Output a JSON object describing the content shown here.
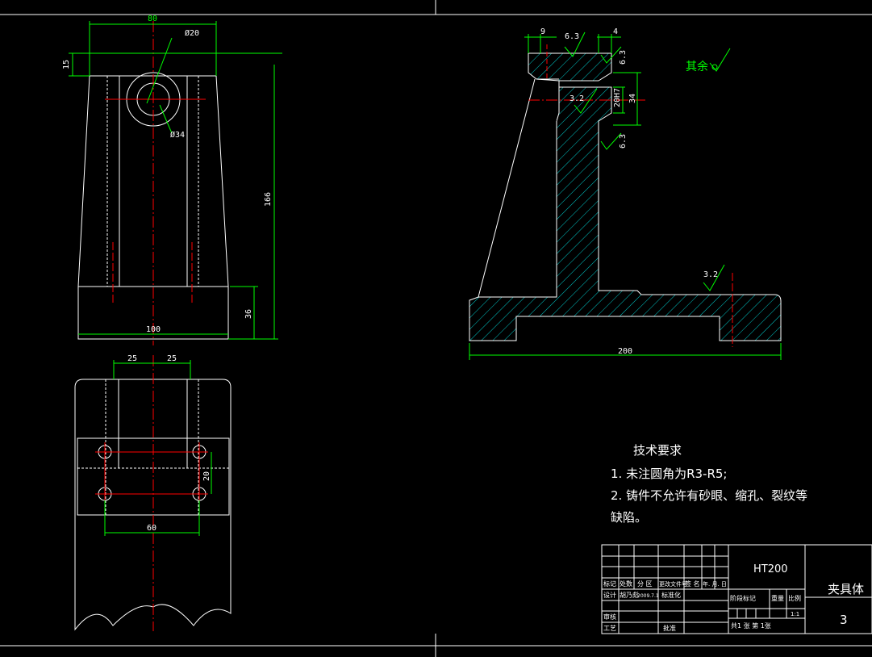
{
  "dimensions": {
    "top_width": "80",
    "hole_inner": "Ø20",
    "hole_outer": "Ø34",
    "top_thickness": "15",
    "total_height": "166",
    "base_height": "36",
    "base_width": "100",
    "half_left": "25",
    "half_right": "25",
    "bolt_spacing_v": "20",
    "bolt_spacing_h": "60",
    "side_left": "9",
    "side_right": "4",
    "bore_fit": "20H7",
    "boss_height": "34",
    "side_total": "200"
  },
  "roughness": {
    "top": "6.3",
    "side_top": "6.3",
    "bore": "3.2",
    "side_bottom": "6.3",
    "base": "3.2",
    "rest_label": "其余"
  },
  "notes": {
    "title": "技术要求",
    "item1": "1.   未注圆角为R3-R5;",
    "item2": "2.   铸件不允许有砂眼、缩孔、裂纹等",
    "item3": "缺陷。"
  },
  "title_block": {
    "material": "HT200",
    "part_name": "夹具体",
    "drawing_no": "3",
    "h_mark": "标记",
    "h_count": "处数",
    "h_zone": "分 区",
    "h_docno": "更改文件号",
    "h_sign": "签 名",
    "h_date": "年. 月. 日",
    "r_design": "设计",
    "r_designer": "胡乃彪",
    "r_date": "2009.7.1",
    "r_std": "标准化",
    "r_check": "审核",
    "r_process": "工艺",
    "r_approve": "批准",
    "stage_label": "阶段标记",
    "weight_label": "重量",
    "scale_label": "比例",
    "scale_value": "1:1",
    "sheets": "共1  张   第  1张"
  }
}
